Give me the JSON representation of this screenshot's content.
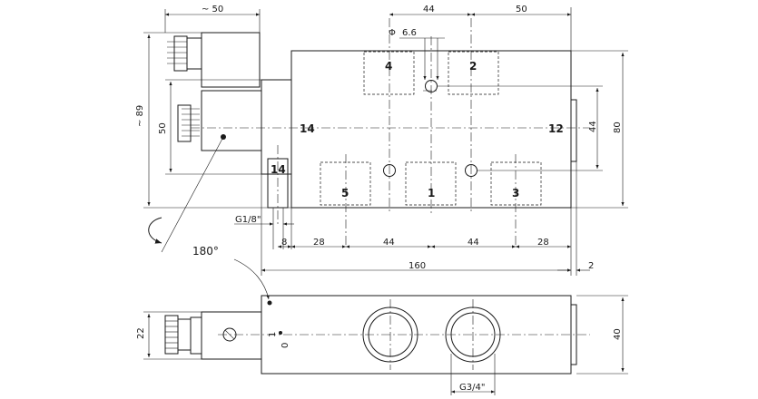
{
  "dimensions": {
    "coil_width": "~ 50",
    "port_spacing_top": "44",
    "right_offset": "50",
    "hole_diameter": "6.6",
    "height_total": "~ 89",
    "coil_height": "50",
    "body_height": "80",
    "hole_spacing_vertical": "44",
    "thread_pilot": "G1/8\"",
    "pilot_offset": "8",
    "edge_to_port5": "28",
    "port5_to_port1": "44",
    "port1_to_port3": "44",
    "port3_to_edge": "28",
    "body_length": "160",
    "overhang": "2",
    "side_width": "22",
    "side_height": "40",
    "thread_main": "G3/4\""
  },
  "labels": {
    "diameter_symbol": "Φ",
    "rotation": "180°",
    "port_4": "4",
    "port_2": "2",
    "port_1": "1",
    "port_5": "5",
    "port_3": "3",
    "pilot_14_left": "14",
    "pilot_14_box": "14",
    "pilot_12": "12",
    "manual_override_1": "1",
    "manual_override_0": "0"
  }
}
